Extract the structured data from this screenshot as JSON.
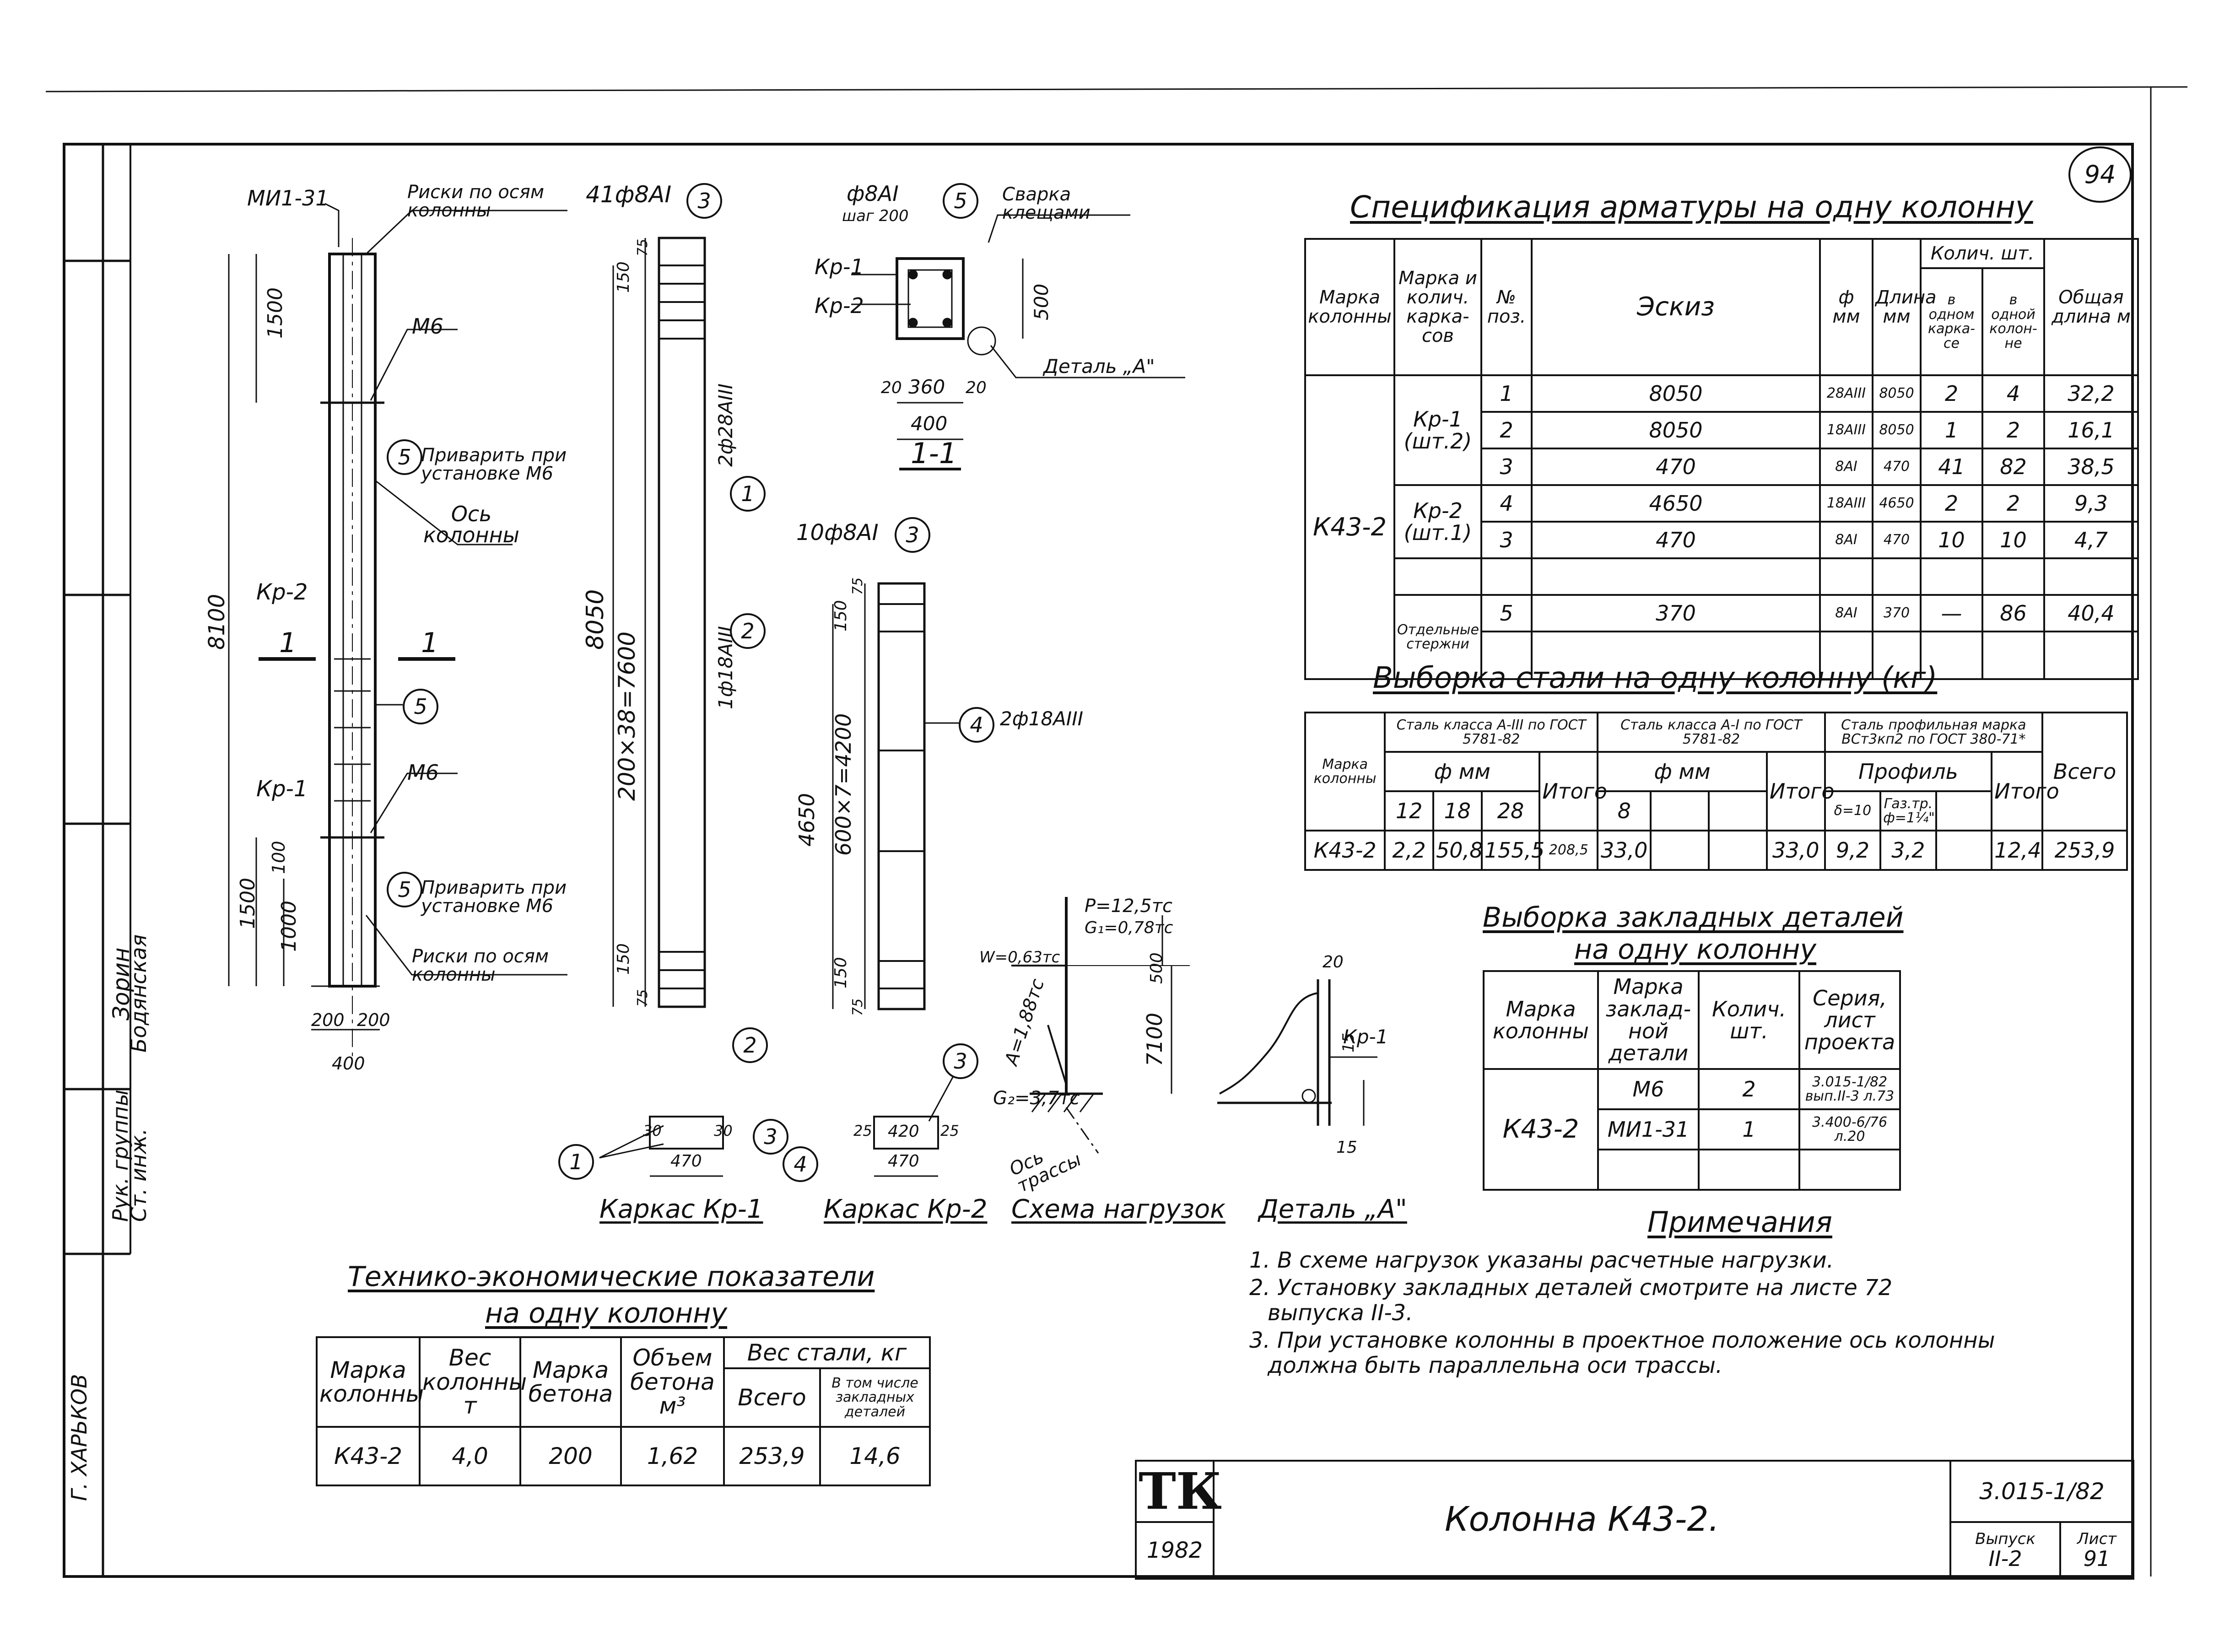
{
  "page_number": "94",
  "header": {
    "spec_title": "Спецификация арматуры на одну колонну",
    "steel_title": "Выборка стали на одну колонну (кг)",
    "emb_title_1": "Выборка закладных деталей",
    "emb_title_2": "на одну колонну",
    "tech_title_1": "Технико-экономические показатели",
    "tech_title_2": "на одну колонну"
  },
  "spec": {
    "h_mark": "Марка колонны",
    "h_kark": "Марка и колич. карка- сов",
    "h_pos": "№ поз.",
    "h_sketch": "Эскиз",
    "h_dia": "ф мм",
    "h_len": "Длина мм",
    "h_qty": "Колич. шт.",
    "h_qty1": "в одном карка- се",
    "h_qty2": "в одной колон- не",
    "h_total": "Общая длина м",
    "column": "К43-2",
    "kr1": "Кр-1 (шт.2)",
    "kr2": "Кр-2 (шт.1)",
    "sep": "Отдельные стержни",
    "rows": [
      {
        "pos": "1",
        "sketch": "8050",
        "dia": "28АIII",
        "len": "8050",
        "q1": "2",
        "q2": "4",
        "total": "32,2"
      },
      {
        "pos": "2",
        "sketch": "8050",
        "dia": "18АIII",
        "len": "8050",
        "q1": "1",
        "q2": "2",
        "total": "16,1"
      },
      {
        "pos": "3",
        "sketch": "470",
        "dia": "8АI",
        "len": "470",
        "q1": "41",
        "q2": "82",
        "total": "38,5"
      },
      {
        "pos": "4",
        "sketch": "4650",
        "dia": "18АIII",
        "len": "4650",
        "q1": "2",
        "q2": "2",
        "total": "9,3"
      },
      {
        "pos": "3",
        "sketch": "470",
        "dia": "8АI",
        "len": "470",
        "q1": "10",
        "q2": "10",
        "total": "4,7"
      },
      {
        "pos": "5",
        "sketch": "370",
        "dia": "8АI",
        "len": "370",
        "q1": "—",
        "q2": "86",
        "total": "40,4"
      }
    ]
  },
  "steel": {
    "h_mark": "Марка колонны",
    "h_a3": "Сталь класса А-III по ГОСТ 5781-82",
    "h_a1": "Сталь класса А-I по ГОСТ 5781-82",
    "h_prof": "Сталь профильная марка ВСт3кп2 по ГОСТ 380-71*",
    "h_phi": "ф мм",
    "h_profile": "Профиль",
    "h_total": "Итого",
    "h_all": "Всего",
    "c12": "12",
    "c18": "18",
    "c28": "28",
    "c8": "8",
    "cd": "δ=10",
    "cg": "Газ.тр. ф=1¼\"",
    "row": {
      "mark": "К43-2",
      "v12": "2,2",
      "v18": "50,8",
      "v28": "155,5",
      "it1": "208,5",
      "v8": "33,0",
      "it2": "33,0",
      "vd": "9,2",
      "vg": "3,2",
      "it3": "12,4",
      "all": "253,9"
    }
  },
  "emb": {
    "h_mark": "Марка колонны",
    "h_det": "Марка заклад- ной детали",
    "h_qty": "Колич. шт.",
    "h_ser": "Серия, лист проекта",
    "mark": "К43-2",
    "rows": [
      {
        "det": "М6",
        "qty": "2",
        "ser": "3.015-1/82 вып.II-3 л.73"
      },
      {
        "det": "МИ1-31",
        "qty": "1",
        "ser": "3.400-6/76 л.20"
      }
    ]
  },
  "tech": {
    "h_mark": "Марка колонны",
    "h_weight": "Вес колонны т",
    "h_concrete": "Марка бетона",
    "h_volume": "Объем бетона м³",
    "h_steel": "Вес стали, кг",
    "h_all": "Всего",
    "h_emb": "В том числе закладных деталей",
    "row": {
      "mark": "К43-2",
      "weight": "4,0",
      "concrete": "200",
      "volume": "1,62",
      "all": "253,9",
      "emb": "14,6"
    }
  },
  "notes": {
    "title": "Примечания",
    "items": [
      "1. В схеме нагрузок указаны расчетные нагрузки.",
      "2. Установку закладных деталей смотрите на листе 72",
      "выпуска II-3.",
      "3. При установке колонны в проектное положение ось колонны",
      "должна быть параллельна оси трассы."
    ]
  },
  "stamp": {
    "org": "ТК",
    "year": "1982",
    "title": "Колонна К43-2.",
    "series": "3.015-1/82",
    "issue_label": "Выпуск",
    "issue": "II-2",
    "sheet_label": "Лист",
    "sheet": "91"
  },
  "side": {
    "org": "Г. ХАРЬКОВ",
    "r1": "Рук. группы",
    "r2": "Ст. инж.",
    "n1": "Зорин",
    "n2": "Бодянская"
  },
  "drawing": {
    "mi": "МИ1-31",
    "risk_top": "Риски по осям колонны",
    "m6a": "М6",
    "weld1": "Приварить при установке М6",
    "axis": "Ось колонны",
    "kr2": "Кр-2",
    "sec1": "1",
    "sec1b": "1",
    "m6b": "М6",
    "kr1": "Кр-1",
    "weld2": "Приварить при установке М6",
    "risk_bot": "Риски по осям колонны",
    "d1500a": "1500",
    "d8100": "8100",
    "d1500b": "1500",
    "d1000": "1000",
    "d100": "100",
    "d200a": "200",
    "d200b": "200",
    "d400": "400",
    "cage1_lbl": "41ф8АI",
    "d8050": "8050",
    "d7600": "200×38=7600",
    "d150a": "150",
    "d75a": "75",
    "d150b": "150",
    "d75b": "75",
    "bar1": "2ф28АIII",
    "bar2": "1ф18АIII",
    "sec_a": "ф8АI",
    "sec_step": "шаг 200",
    "sec_weld": "Сварка клещами",
    "sec_kr1": "Кр-1",
    "sec_kr2": "Кр-2",
    "sec_500": "500",
    "sec_20a": "20",
    "sec_360": "360",
    "sec_20b": "20",
    "sec_400": "400",
    "sec_detail": "Деталь „А\"",
    "sec_name": "1-1",
    "cage2_lbl": "10ф8АI",
    "d4650": "4650",
    "d4200": "600×7=4200",
    "d150c": "150",
    "d75c": "75",
    "d150d": "150",
    "d75d": "75",
    "bar4": "2ф18АIII",
    "load_p": "P=12,5тс",
    "load_g1": "G₁=0,78тс",
    "load_w": "W=0,63тс",
    "load_a": "A=1,88тс",
    "load_g2": "G₂=3,7тс",
    "load_500": "500",
    "load_7100": "7100",
    "load_axis": "Ось трассы",
    "det20": "20",
    "det15a": "15",
    "det15b": "15",
    "det_kr1": "Кр-1",
    "k1_30a": "30",
    "k1_30b": "30",
    "k1_470": "470",
    "k2_25a": "25",
    "k2_25b": "25",
    "k2_420": "420",
    "k2_470": "470",
    "cap_k1": "Каркас Кр-1",
    "cap_k2": "Каркас Кр-2",
    "cap_load": "Схема нагрузок",
    "cap_det": "Деталь „А\"",
    "c1": "1",
    "c2": "2",
    "c3": "3",
    "c4": "4",
    "c5": "5"
  }
}
